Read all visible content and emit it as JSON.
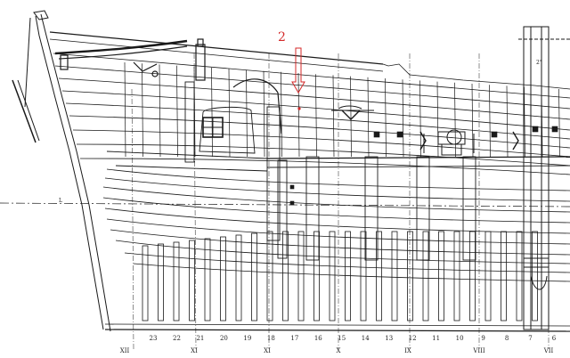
{
  "callout": {
    "number": "2",
    "color": "#d42a2a"
  },
  "bow_labels": {
    "top_label": "2°",
    "centerline_label": "L"
  },
  "frame_labels": [
    "23",
    "22",
    "21",
    "20",
    "19",
    "18",
    "17",
    "16",
    "15",
    "14",
    "13",
    "12",
    "11",
    "10",
    "9",
    "8",
    "7",
    "6"
  ],
  "roman_labels": [
    "XII",
    "XI",
    "XI",
    "X",
    "IX",
    "VIII",
    "VII"
  ],
  "colors": {
    "line": "#1a1a1a",
    "background": "#ffffff",
    "callout": "#d42a2a"
  }
}
